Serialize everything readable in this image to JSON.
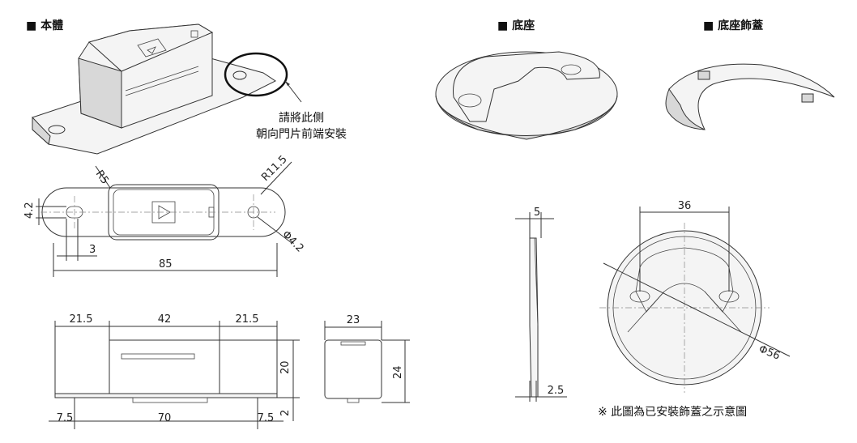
{
  "headers": {
    "main_body": "■ 本體",
    "base": "■ 底座",
    "base_cover": "■ 底座飾蓋"
  },
  "callout": {
    "line1": "請將此側",
    "line2": "朝向門片前端安裝"
  },
  "top_view_dims": {
    "r5": "R5",
    "r11_5": "R11.5",
    "h4_2": "4.2",
    "phi4_2": "Φ4.2",
    "d3": "3",
    "d85": "85"
  },
  "front_view_dims": {
    "d21_5_left": "21.5",
    "d42": "42",
    "d21_5_right": "21.5",
    "d20": "20",
    "d2": "2",
    "d7_5_left": "7.5",
    "d70": "70",
    "d7_5_right": "7.5"
  },
  "side_view_dims": {
    "d23": "23",
    "d24": "24"
  },
  "base_side_dims": {
    "d5": "5",
    "d2_5": "2.5"
  },
  "base_top_dims": {
    "d36": "36",
    "phi56": "Φ56"
  },
  "footnote": "※ 此圖為已安裝飾蓋之示意圖",
  "colors": {
    "line": "#333333",
    "fill": "#f4f4f4",
    "shade": "#d8d8d8"
  }
}
